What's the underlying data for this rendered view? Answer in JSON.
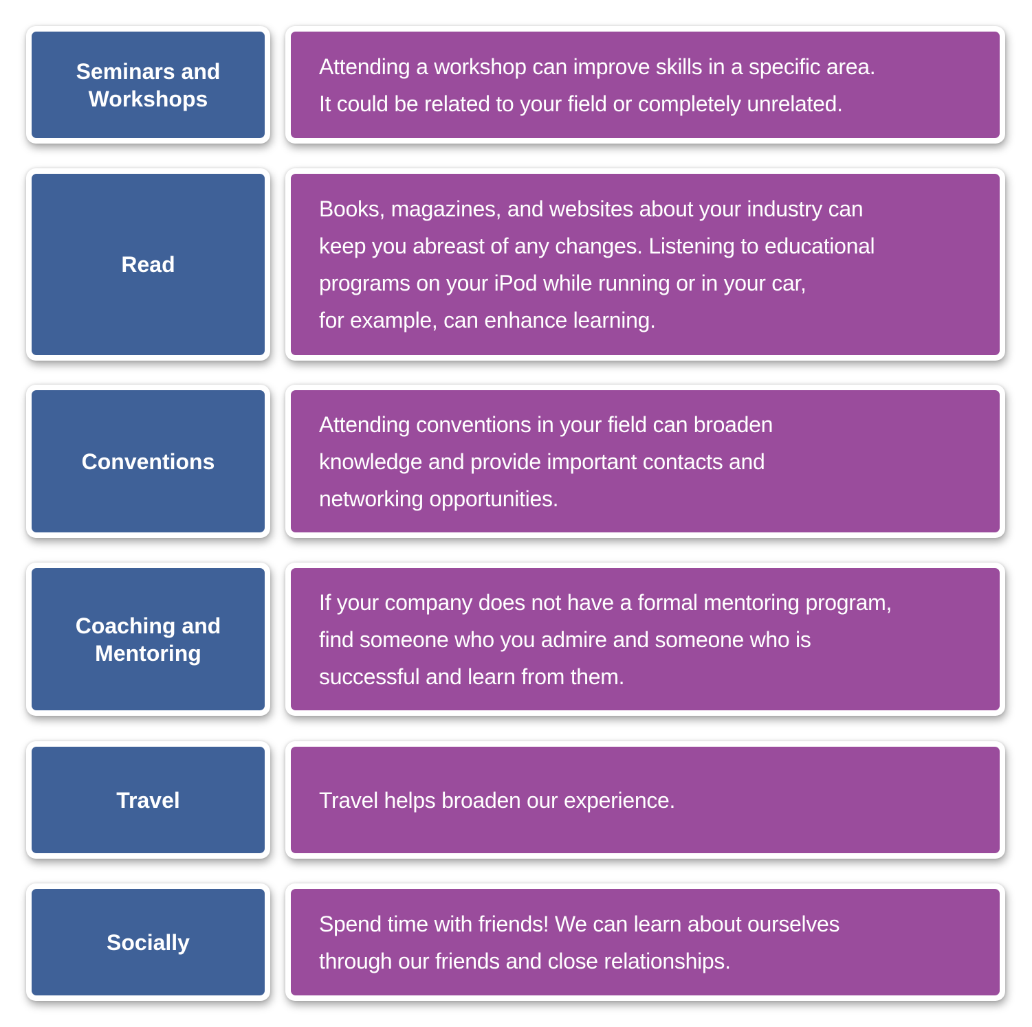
{
  "diagram": {
    "colors": {
      "label_box": "#3f6198",
      "description_box": "#9a4c9c",
      "frame": "#ffffff",
      "text": "#ffffff"
    },
    "rows": [
      {
        "label": "Seminars and\nWorkshops",
        "description": "Attending a workshop can improve skills in a specific area.\nIt could be related to your field or completely unrelated."
      },
      {
        "label": "Read",
        "description": "Books, magazines, and websites about your industry can\nkeep you abreast of any changes. Listening to educational\nprograms on your iPod while running or in your car,\nfor example, can enhance learning."
      },
      {
        "label": "Conventions",
        "description": "Attending conventions in your field can broaden\nknowledge and provide important contacts and\nnetworking opportunities."
      },
      {
        "label": "Coaching and\nMentoring",
        "description": "If your company does not have a formal mentoring program,\nfind someone who you admire and someone who is\nsuccessful and learn from them."
      },
      {
        "label": "Travel",
        "description": "Travel helps broaden our experience."
      },
      {
        "label": "Socially",
        "description": "Spend time with friends! We can learn about ourselves\nthrough our friends and close relationships."
      }
    ]
  }
}
